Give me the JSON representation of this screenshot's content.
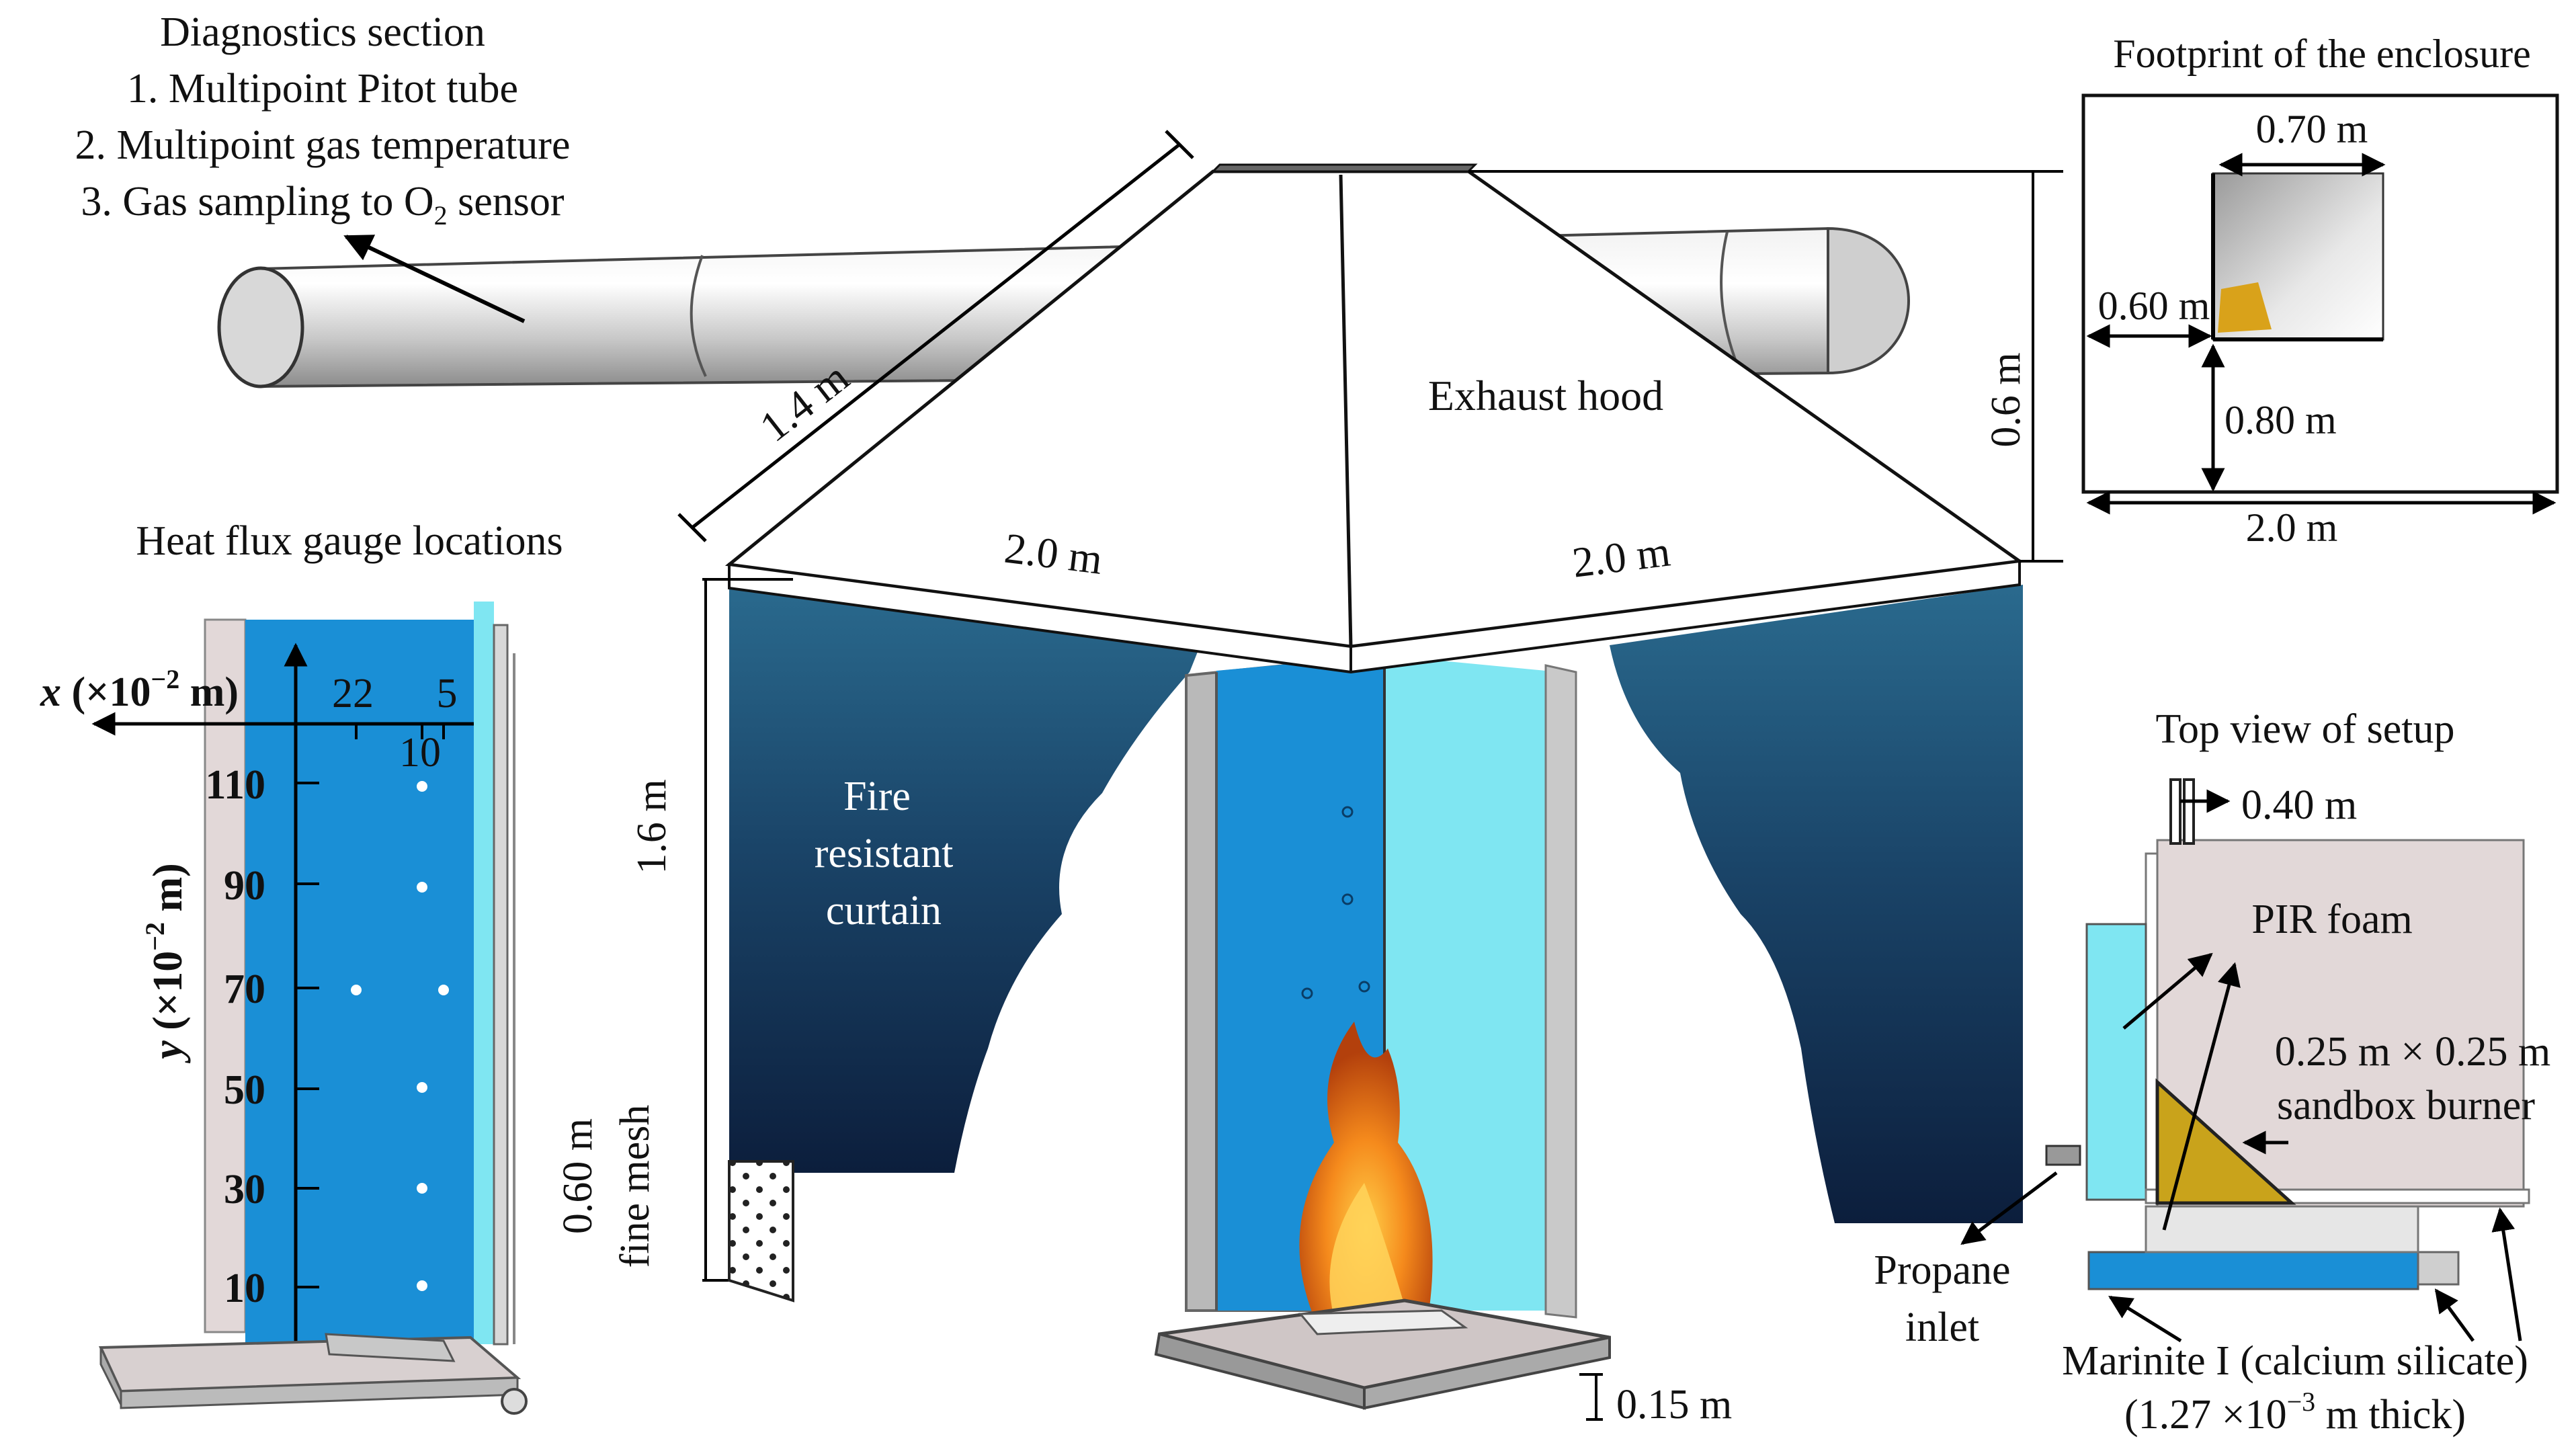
{
  "diagnostics": {
    "title": "Diagnostics section",
    "item1": "1. Multipoint Pitot tube",
    "item2": "2. Multipoint gas temperature",
    "item3_prefix": "3. Gas sampling to O",
    "item3_sub": "2",
    "item3_suffix": " sensor"
  },
  "hood": {
    "label": "Exhaust hood",
    "slant": "1.4 m",
    "height": "0.6 m",
    "base_left": "2.0 m",
    "base_right": "2.0 m"
  },
  "curtain": {
    "line1": "Fire",
    "line2": "resistant",
    "line3": "curtain",
    "height": "1.6 m",
    "mesh_height": "0.60 m",
    "mesh_label": "fine mesh"
  },
  "floor": {
    "height": "0.15 m"
  },
  "footprint": {
    "title": "Footprint of the enclosure",
    "w_enclosure": "0.70 m",
    "x_offset": "0.60 m",
    "y_offset": "0.80 m",
    "w_total": "2.0 m"
  },
  "heatflux": {
    "title": "Heat flux gauge locations",
    "x_axis_main": "x",
    "x_axis_unit_a": " (×10",
    "x_axis_exp": "−2",
    "x_axis_unit_b": " m)",
    "y_axis_main": "y",
    "y_axis_unit_a": " (×10",
    "y_axis_exp": "−2",
    "y_axis_unit_b": " m)",
    "x_ticks": [
      "22",
      "10",
      "5"
    ],
    "y_ticks": [
      "110",
      "90",
      "70",
      "50",
      "30",
      "10"
    ]
  },
  "topview": {
    "title": "Top view of setup",
    "gap": "0.40 m",
    "foam": "PIR foam",
    "burner_line1": "0.25 m × 0.25 m",
    "burner_line2": "sandbox burner",
    "propane_line1": "Propane",
    "propane_line2": "inlet",
    "marinite_line1": "Marinite I (calcium silicate)",
    "marinite_line2_a": "(1.27 ×10",
    "marinite_line2_exp": "−3",
    "marinite_line2_b": " m thick)"
  },
  "colors": {
    "wall_blue": "#1a8fd6",
    "wall_cyan": "#7fe6f2",
    "curtain_top": "#2a6a8e",
    "curtain_bottom": "#0c1e3c",
    "panel_grey": "#e2d8d8",
    "flame": "#f07a1a"
  }
}
